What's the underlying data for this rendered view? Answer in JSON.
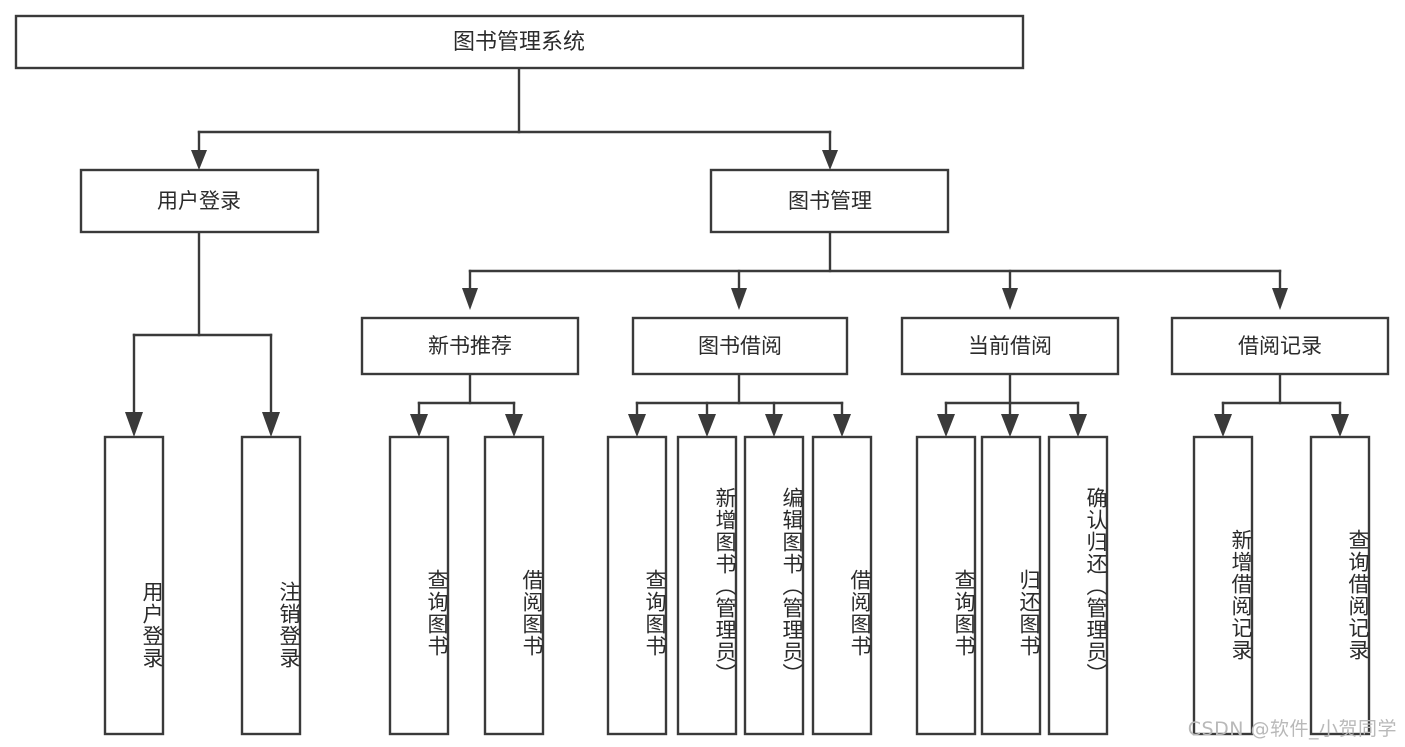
{
  "diagram": {
    "type": "tree-hierarchy-chart",
    "title": "图书管理系统",
    "background_color": "#ffffff",
    "line_color": "#3a3a3a",
    "text_color": "#2b2b2b",
    "root": {
      "label": "图书管理系统",
      "orientation": "horizontal"
    },
    "level1": [
      {
        "label": "用户登录",
        "orientation": "horizontal"
      },
      {
        "label": "图书管理",
        "orientation": "horizontal"
      }
    ],
    "level2": [
      {
        "label": "新书推荐",
        "orientation": "horizontal",
        "parent": "图书管理"
      },
      {
        "label": "图书借阅",
        "orientation": "horizontal",
        "parent": "图书管理"
      },
      {
        "label": "当前借阅",
        "orientation": "horizontal",
        "parent": "图书管理"
      },
      {
        "label": "借阅记录",
        "orientation": "horizontal",
        "parent": "图书管理"
      }
    ],
    "leaves": {
      "user_login": [
        {
          "label": "用户登录",
          "orientation": "vertical"
        },
        {
          "label": "注销登录",
          "orientation": "vertical"
        }
      ],
      "new_book_recommend": [
        {
          "label": "查询图书",
          "orientation": "vertical"
        },
        {
          "label": "借阅图书",
          "orientation": "vertical"
        }
      ],
      "book_borrow": [
        {
          "label": "查询图书",
          "orientation": "vertical"
        },
        {
          "label": "新增图书（管理员）",
          "orientation": "vertical"
        },
        {
          "label": "编辑图书（管理员）",
          "orientation": "vertical"
        },
        {
          "label": "借阅图书",
          "orientation": "vertical"
        }
      ],
      "current_borrow": [
        {
          "label": "查询图书",
          "orientation": "vertical"
        },
        {
          "label": "归还图书",
          "orientation": "vertical"
        },
        {
          "label": "确认归还（管理员）",
          "orientation": "vertical"
        }
      ],
      "borrow_record": [
        {
          "label": "新增借阅记录",
          "orientation": "vertical"
        },
        {
          "label": "查询借阅记录",
          "orientation": "vertical"
        }
      ]
    }
  },
  "watermark": {
    "text": "CSDN @软件_小贺同学",
    "color": "#b9b9b9"
  }
}
